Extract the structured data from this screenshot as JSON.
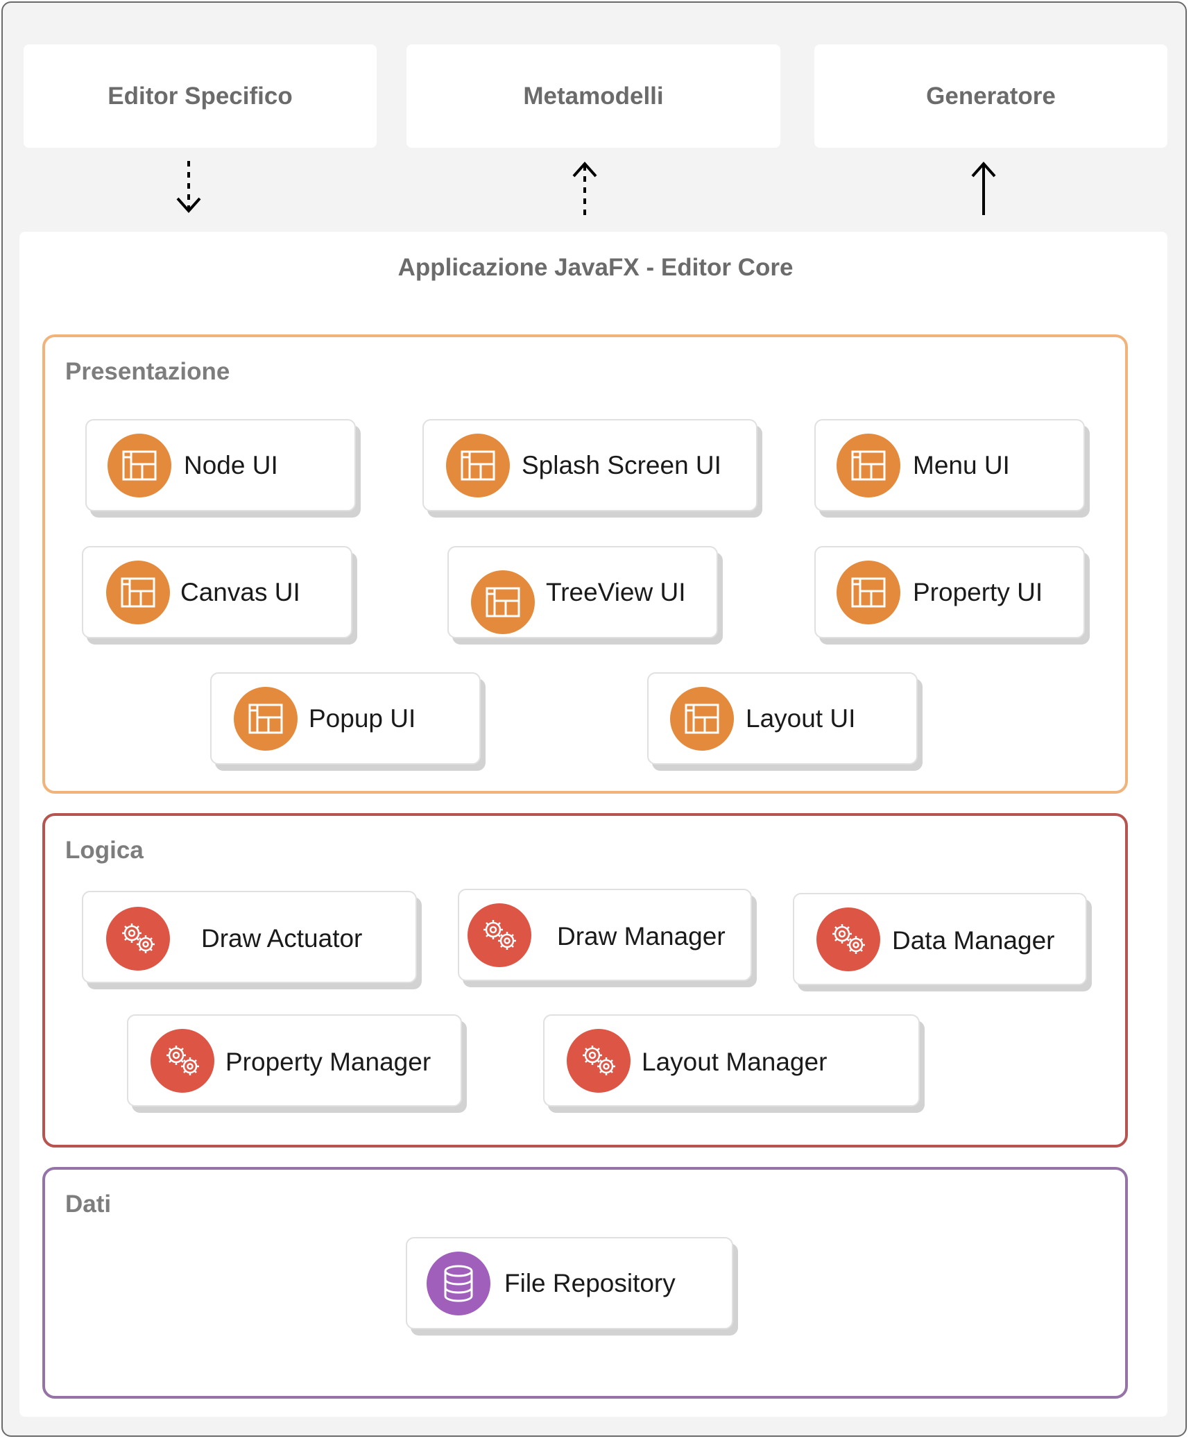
{
  "top_boxes": {
    "editor_specifico": "Editor Specifico",
    "metamodelli": "Metamodelli",
    "generatore": "Generatore"
  },
  "core": {
    "title": "Applicazione JavaFX - Editor Core"
  },
  "layers": {
    "presentazione": {
      "title": "Presentazione",
      "color": "#f2b37a",
      "icon": "layout-panel-icon",
      "components": [
        "Node UI",
        "Splash Screen UI",
        "Menu UI",
        "Canvas UI",
        "TreeView UI",
        "Property UI",
        "Popup UI",
        "Layout UI"
      ]
    },
    "logica": {
      "title": "Logica",
      "color": "#b85450",
      "icon": "gears-icon",
      "components": [
        "Draw Actuator",
        "Draw Manager",
        "Data Manager",
        "Property Manager",
        "Layout Manager"
      ]
    },
    "dati": {
      "title": "Dati",
      "color": "#9673a6",
      "icon": "database-icon",
      "components": [
        "File Repository"
      ]
    }
  },
  "colors": {
    "ui_icon": "#e38a3c",
    "logic_icon": "#dc5545",
    "data_icon": "#9f5fbb"
  }
}
